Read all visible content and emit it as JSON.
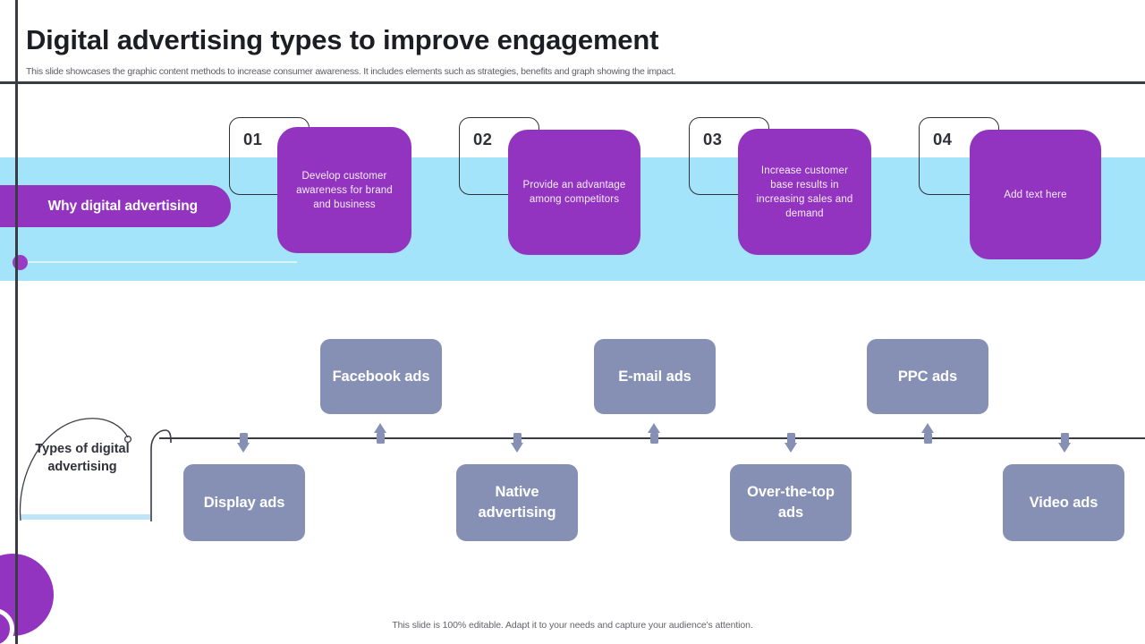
{
  "header": {
    "title": "Digital advertising types to improve engagement",
    "subtitle": "This slide showcases the graphic content methods to increase consumer awareness. It includes elements such as strategies, benefits and graph showing the impact."
  },
  "why_section": {
    "pill_label": "Why digital advertising",
    "cards": [
      {
        "number": "01",
        "text": "Develop customer awareness for brand and business"
      },
      {
        "number": "02",
        "text": "Provide an advantage among competitors"
      },
      {
        "number": "03",
        "text": "Increase customer base results in increasing sales and demand"
      },
      {
        "number": "04",
        "text": "Add text here"
      }
    ]
  },
  "types_section": {
    "label": "Types of digital advertising",
    "items": [
      {
        "label": "Display ads",
        "position": "below"
      },
      {
        "label": "Facebook ads",
        "position": "above"
      },
      {
        "label": "Native advertising",
        "position": "below"
      },
      {
        "label": "E-mail ads",
        "position": "above"
      },
      {
        "label": "Over-the-top ads",
        "position": "below"
      },
      {
        "label": "PPC ads",
        "position": "above"
      },
      {
        "label": "Video ads",
        "position": "below"
      }
    ]
  },
  "footer": {
    "note": "This slide is 100% editable.  Adapt it to your needs and capture your audience's attention."
  },
  "colors": {
    "purple": "#9234c0",
    "light_blue_band": "#a3e4fb",
    "grey_blue": "#8690b5",
    "rule_dark": "#3b3b44",
    "underline_blue": "#bfe4f8"
  }
}
